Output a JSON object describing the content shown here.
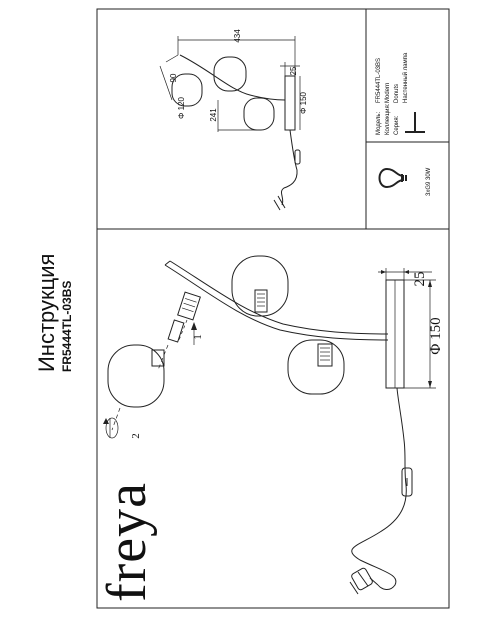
{
  "brand": "freya",
  "header": {
    "title": "Инструкция",
    "model": "FR5444TL-03BS"
  },
  "main_drawing": {
    "dim_depth": "25",
    "dim_diameter": "Φ 150",
    "step1": "1",
    "step2": "2"
  },
  "mini_drawing": {
    "dim_width": "434",
    "dim_depth": "25",
    "dim_diameter": "Φ 150",
    "dim_shade": "Φ 120",
    "dim_height": "90",
    "dim_arm": "241"
  },
  "bulb_spec": "3xG9 30W",
  "spec": {
    "model_label": "Модель:",
    "model_value": "FR5444TL-03BS",
    "collection_label": "Коллекция:",
    "collection_value": "Modern",
    "series_label": "Серия:",
    "series_value": "Donuts",
    "type_value": "Настенный лампа"
  }
}
